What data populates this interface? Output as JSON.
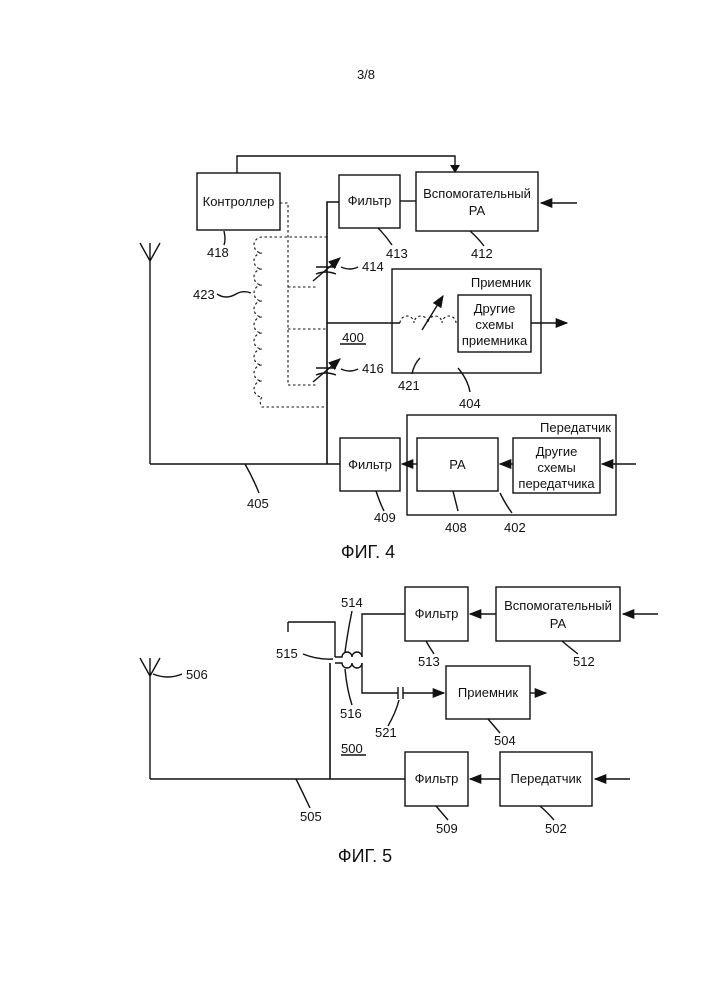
{
  "page": {
    "number": "3/8"
  },
  "fig4": {
    "caption": "ФИГ. 4",
    "controller": "Контроллер",
    "filter_413": "Фильтр",
    "aux_pa_line1": "Вспомогательный",
    "aux_pa_line2": "PA",
    "receiver_label": "Приемник",
    "other_rx_line1": "Другие",
    "other_rx_line2": "схемы",
    "other_rx_line3": "приемника",
    "transmitter_label": "Передатчик",
    "filter_409": "Фильтр",
    "pa": "PA",
    "other_tx_line1": "Другие",
    "other_tx_line2": "схемы",
    "other_tx_line3": "передатчика",
    "refs": {
      "r418": "418",
      "r413": "413",
      "r412": "412",
      "r414": "414",
      "r423": "423",
      "r400": "400",
      "r416": "416",
      "r421": "421",
      "r404": "404",
      "r405": "405",
      "r409": "409",
      "r408": "408",
      "r402": "402"
    }
  },
  "fig5": {
    "caption": "ФИГ. 5",
    "filter_513": "Фильтр",
    "aux_pa_line1": "Вспомогательный",
    "aux_pa_line2": "PA",
    "receiver": "Приемник",
    "filter_509": "Фильтр",
    "transmitter": "Передатчик",
    "refs": {
      "r514": "514",
      "r515": "515",
      "r506": "506",
      "r516": "516",
      "r513": "513",
      "r512": "512",
      "r521": "521",
      "r504": "504",
      "r500": "500",
      "r505": "505",
      "r509": "509",
      "r502": "502"
    }
  }
}
